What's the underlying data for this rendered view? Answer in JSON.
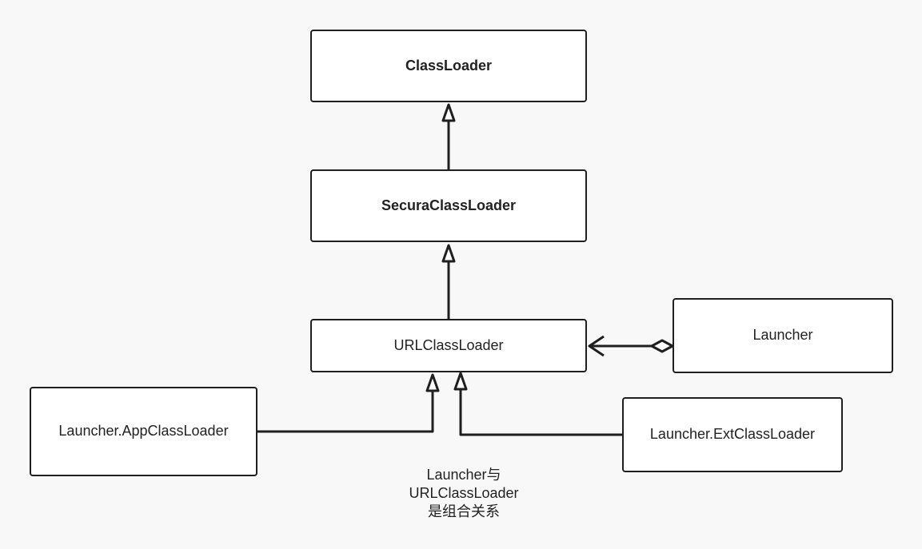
{
  "diagram": {
    "nodes": {
      "classloader": "ClassLoader",
      "secure_class_loader": "SecuraClassLoader",
      "url_class_loader": "URLClassLoader",
      "launcher": "Launcher",
      "app_class_loader": "Launcher.AppClassLoader",
      "ext_class_loader": "Launcher.ExtClassLoader"
    },
    "note": {
      "line1": "Launcher与",
      "line2": "URLClassLoader",
      "line3": "是组合关系"
    }
  },
  "colors": {
    "background": "#f8f8f8",
    "box_fill": "#ffffff",
    "stroke": "#1f1f1f",
    "text": "#222222"
  }
}
